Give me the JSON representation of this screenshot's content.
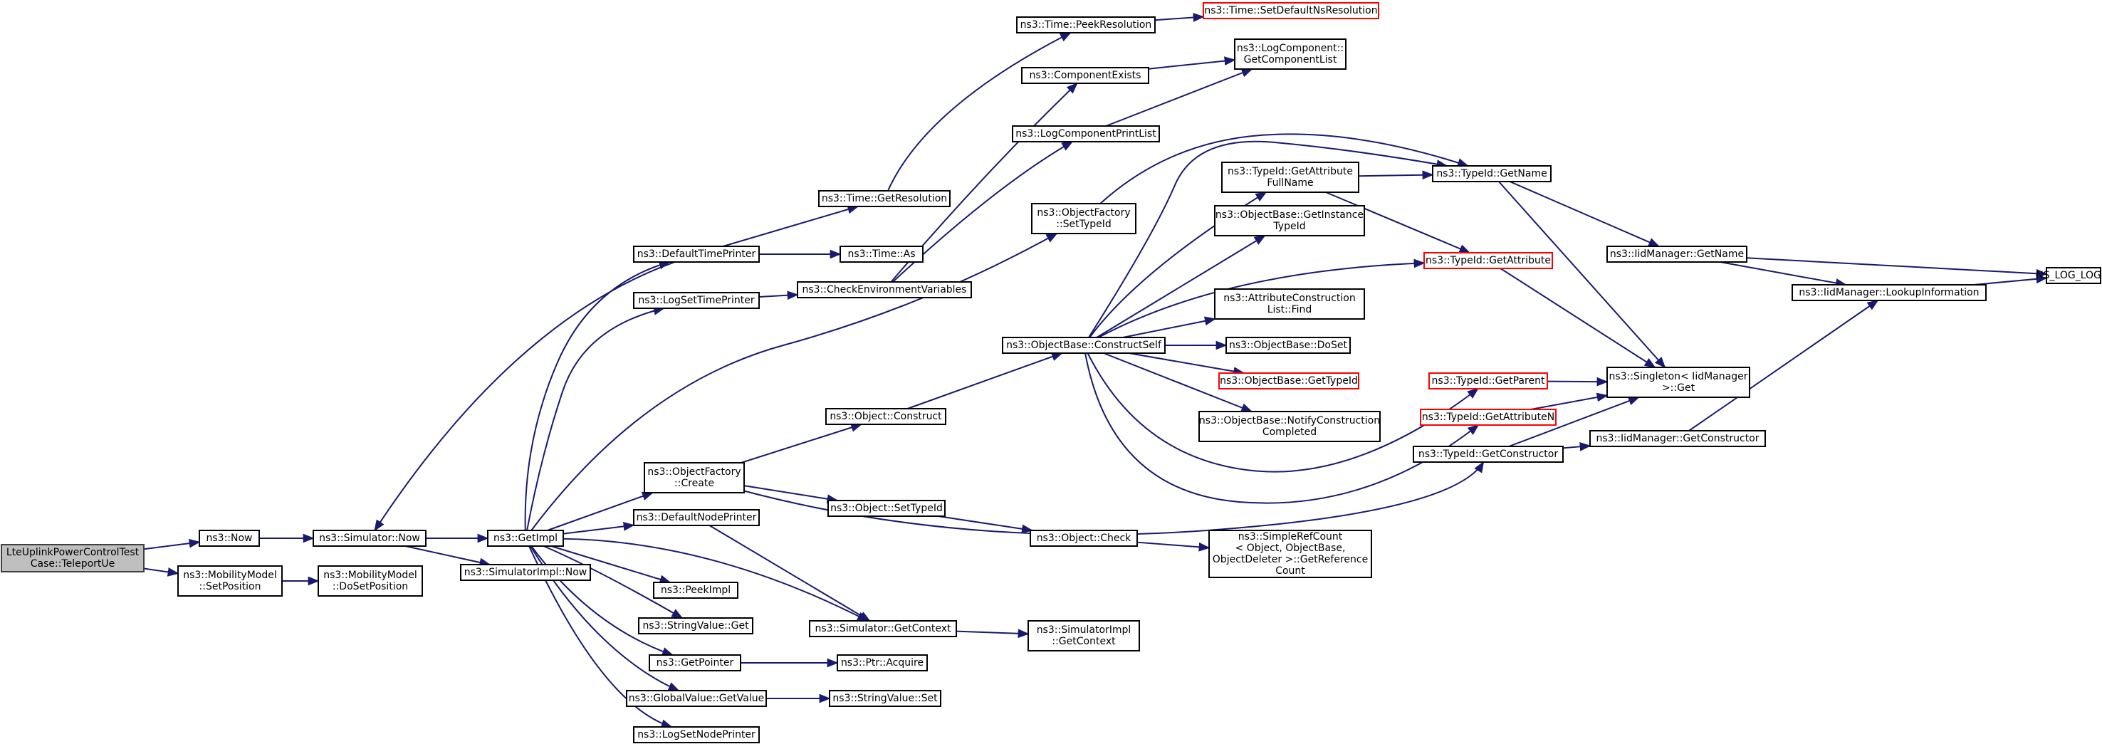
{
  "diagram": {
    "accent_colors": {
      "edge": "#191970",
      "root_fill": "#bfbfbf",
      "truncated_border": "#ff0000"
    },
    "nodes": [
      {
        "id": "root",
        "lines": [
          "LteUplinkPowerControlTest",
          "Case::TeleportUe"
        ],
        "style": "root"
      },
      {
        "id": "now",
        "lines": [
          "ns3::Now"
        ],
        "style": "normal"
      },
      {
        "id": "mm_setpos",
        "lines": [
          "ns3::MobilityModel",
          "::SetPosition"
        ],
        "style": "normal"
      },
      {
        "id": "mm_dosetpos",
        "lines": [
          "ns3::MobilityModel",
          "::DoSetPosition"
        ],
        "style": "normal"
      },
      {
        "id": "sim_now",
        "lines": [
          "ns3::Simulator::Now"
        ],
        "style": "normal"
      },
      {
        "id": "getimpl",
        "lines": [
          "ns3::GetImpl"
        ],
        "style": "normal"
      },
      {
        "id": "simimpl_now",
        "lines": [
          "ns3::SimulatorImpl::Now"
        ],
        "style": "normal"
      },
      {
        "id": "default_time_printer",
        "lines": [
          "ns3::DefaultTimePrinter"
        ],
        "style": "normal"
      },
      {
        "id": "log_set_time_printer",
        "lines": [
          "ns3::LogSetTimePrinter"
        ],
        "style": "normal"
      },
      {
        "id": "objfactory_create",
        "lines": [
          "ns3::ObjectFactory",
          "::Create"
        ],
        "style": "normal"
      },
      {
        "id": "default_node_printer",
        "lines": [
          "ns3::DefaultNodePrinter"
        ],
        "style": "normal"
      },
      {
        "id": "peekimpl",
        "lines": [
          "ns3::PeekImpl"
        ],
        "style": "normal"
      },
      {
        "id": "stringvalue_get",
        "lines": [
          "ns3::StringValue::Get"
        ],
        "style": "normal"
      },
      {
        "id": "getpointer",
        "lines": [
          "ns3::GetPointer"
        ],
        "style": "normal"
      },
      {
        "id": "globalvalue_getvalue",
        "lines": [
          "ns3::GlobalValue::GetValue"
        ],
        "style": "normal"
      },
      {
        "id": "log_set_node_printer",
        "lines": [
          "ns3::LogSetNodePrinter"
        ],
        "style": "normal"
      },
      {
        "id": "time_getresolution",
        "lines": [
          "ns3::Time::GetResolution"
        ],
        "style": "normal"
      },
      {
        "id": "time_as",
        "lines": [
          "ns3::Time::As"
        ],
        "style": "normal"
      },
      {
        "id": "check_env_vars",
        "lines": [
          "ns3::CheckEnvironmentVariables"
        ],
        "style": "normal"
      },
      {
        "id": "object_construct",
        "lines": [
          "ns3::Object::Construct"
        ],
        "style": "normal"
      },
      {
        "id": "object_settypeid",
        "lines": [
          "ns3::Object::SetTypeId"
        ],
        "style": "normal"
      },
      {
        "id": "sim_getcontext",
        "lines": [
          "ns3::Simulator::GetContext"
        ],
        "style": "normal"
      },
      {
        "id": "ptr_acquire",
        "lines": [
          "ns3::Ptr::Acquire"
        ],
        "style": "normal"
      },
      {
        "id": "stringvalue_set",
        "lines": [
          "ns3::StringValue::Set"
        ],
        "style": "normal"
      },
      {
        "id": "time_peekresolution",
        "lines": [
          "ns3::Time::PeekResolution"
        ],
        "style": "normal"
      },
      {
        "id": "component_exists",
        "lines": [
          "ns3::ComponentExists"
        ],
        "style": "normal"
      },
      {
        "id": "log_component_printlist",
        "lines": [
          "ns3::LogComponentPrintList"
        ],
        "style": "normal"
      },
      {
        "id": "objfactory_settypeid",
        "lines": [
          "ns3::ObjectFactory",
          "::SetTypeId"
        ],
        "style": "normal"
      },
      {
        "id": "objectbase_constructself",
        "lines": [
          "ns3::ObjectBase::ConstructSelf"
        ],
        "style": "normal"
      },
      {
        "id": "object_check",
        "lines": [
          "ns3::Object::Check"
        ],
        "style": "normal"
      },
      {
        "id": "simimpl_getcontext",
        "lines": [
          "ns3::SimulatorImpl",
          "::GetContext"
        ],
        "style": "normal"
      },
      {
        "id": "time_setdefaultnsres",
        "lines": [
          "ns3::Time::SetDefaultNsResolution"
        ],
        "style": "red"
      },
      {
        "id": "logcomponent_getlist",
        "lines": [
          "ns3::LogComponent::",
          "GetComponentList"
        ],
        "style": "normal"
      },
      {
        "id": "typeid_getattrfullname",
        "lines": [
          "ns3::TypeId::GetAttribute",
          "FullName"
        ],
        "style": "normal"
      },
      {
        "id": "objectbase_getinstancetypeid",
        "lines": [
          "ns3::ObjectBase::GetInstance",
          "TypeId"
        ],
        "style": "normal"
      },
      {
        "id": "attr_construction_list_find",
        "lines": [
          "ns3::AttributeConstruction",
          "List::Find"
        ],
        "style": "normal"
      },
      {
        "id": "objectbase_doset",
        "lines": [
          "ns3::ObjectBase::DoSet"
        ],
        "style": "normal"
      },
      {
        "id": "objectbase_gettypeid",
        "lines": [
          "ns3::ObjectBase::GetTypeId"
        ],
        "style": "red"
      },
      {
        "id": "objectbase_notifyconstructioncompleted",
        "lines": [
          "ns3::ObjectBase::NotifyConstruction",
          "Completed"
        ],
        "style": "normal"
      },
      {
        "id": "simplerefcount_getreferencecount",
        "lines": [
          "ns3::SimpleRefCount",
          "< Object, ObjectBase,",
          "ObjectDeleter >::GetReference",
          "Count"
        ],
        "style": "normal"
      },
      {
        "id": "typeid_getname",
        "lines": [
          "ns3::TypeId::GetName"
        ],
        "style": "normal"
      },
      {
        "id": "typeid_getattribute",
        "lines": [
          "ns3::TypeId::GetAttribute"
        ],
        "style": "red"
      },
      {
        "id": "typeid_getparent",
        "lines": [
          "ns3::TypeId::GetParent"
        ],
        "style": "red"
      },
      {
        "id": "typeid_getattributen",
        "lines": [
          "ns3::TypeId::GetAttributeN"
        ],
        "style": "red"
      },
      {
        "id": "typeid_getconstructor",
        "lines": [
          "ns3::TypeId::GetConstructor"
        ],
        "style": "normal"
      },
      {
        "id": "iidmanager_getname",
        "lines": [
          "ns3::IidManager::GetName"
        ],
        "style": "normal"
      },
      {
        "id": "singleton_get",
        "lines": [
          "ns3::Singleton< IidManager",
          " >::Get"
        ],
        "style": "normal"
      },
      {
        "id": "iidmanager_getconstructor",
        "lines": [
          "ns3::IidManager::GetConstructor"
        ],
        "style": "normal"
      },
      {
        "id": "iidmanager_lookupinformation",
        "lines": [
          "ns3::IidManager::LookupInformation"
        ],
        "style": "normal"
      },
      {
        "id": "ns_log_logic",
        "lines": [
          "NS_LOG_LOGIC"
        ],
        "style": "normal"
      }
    ]
  }
}
